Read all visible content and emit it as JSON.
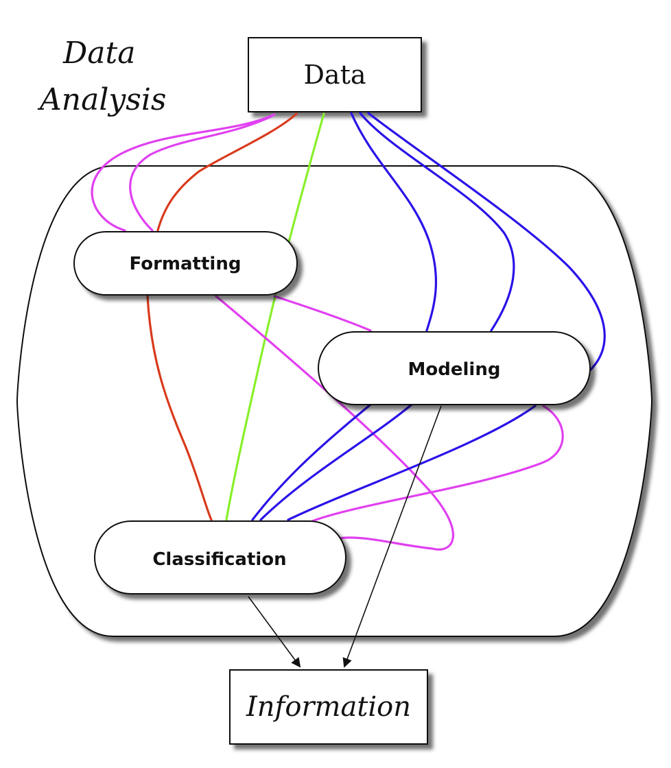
{
  "title": {
    "line1": "Data",
    "line2": "Analysis"
  },
  "nodes": {
    "data": "Data",
    "formatting": "Formatting",
    "modeling": "Modeling",
    "classification": "Classification",
    "information": "Information"
  },
  "colors": {
    "magenta": "#e040f0",
    "red": "#d93a1c",
    "green": "#88f02a",
    "blue": "#2a12e8",
    "black": "#111111"
  }
}
